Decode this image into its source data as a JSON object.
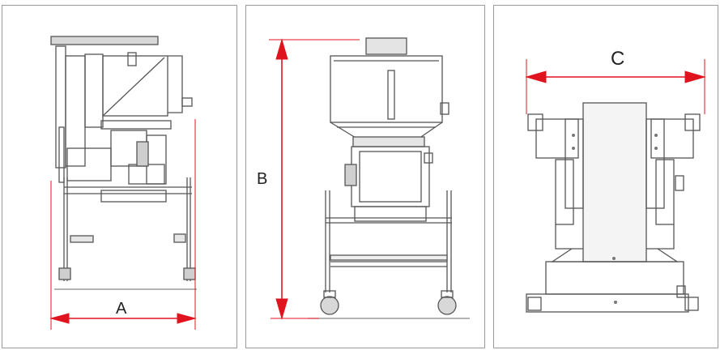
{
  "panels": [
    {
      "view": "side",
      "dimension_label": "A"
    },
    {
      "view": "front",
      "dimension_label": "B"
    },
    {
      "view": "top",
      "dimension_label": "C"
    }
  ],
  "colors": {
    "line": "#555555",
    "dimension": "#e0141e",
    "frame": "#9a9a9a"
  }
}
